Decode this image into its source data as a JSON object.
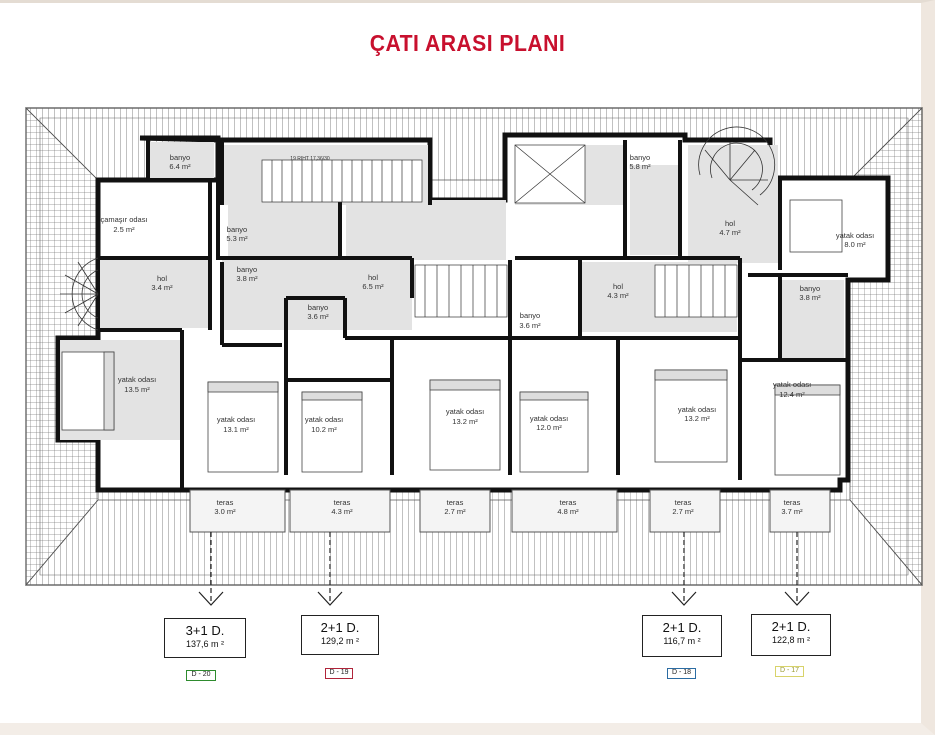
{
  "title": "ÇATI ARASI PLANI",
  "rooms": [
    {
      "name": "banyo",
      "area": "6.4 m²"
    },
    {
      "name": "banyo",
      "area": "5.3 m²"
    },
    {
      "name": "çamaşır odası",
      "area": "2.5 m²"
    },
    {
      "name": "hol",
      "area": "3.4 m²"
    },
    {
      "name": "yatak odası",
      "area": "13.5 m²"
    },
    {
      "name": "banyo",
      "area": "3.8 m²"
    },
    {
      "name": "hol",
      "area": "6.5 m²"
    },
    {
      "name": "banyo",
      "area": "3.6 m²"
    },
    {
      "name": "yatak odası",
      "area": "13.1 m²"
    },
    {
      "name": "yatak odası",
      "area": "10.2 m²"
    },
    {
      "name": "yatak odası",
      "area": "13.2 m²"
    },
    {
      "name": "banyo",
      "area": "3.6 m²"
    },
    {
      "name": "hol",
      "area": "4.3 m²"
    },
    {
      "name": "yatak odası",
      "area": "12.0 m²"
    },
    {
      "name": "yatak odası",
      "area": "13.2 m²"
    },
    {
      "name": "banyo",
      "area": "5.8 m²"
    },
    {
      "name": "hol",
      "area": "4.7 m²"
    },
    {
      "name": "yatak odası",
      "area": "8.0 m²"
    },
    {
      "name": "banyo",
      "area": "3.8 m²"
    },
    {
      "name": "yatak odası",
      "area": "12.4 m²"
    },
    {
      "name": "teras",
      "area": "3.0 m²"
    },
    {
      "name": "teras",
      "area": "4.3 m²"
    },
    {
      "name": "teras",
      "area": "2.7 m²"
    },
    {
      "name": "teras",
      "area": "4.8 m²"
    },
    {
      "name": "teras",
      "area": "2.7 m²"
    },
    {
      "name": "teras",
      "area": "3.7 m²"
    }
  ],
  "units": [
    {
      "type": "3+1 D.",
      "area": "137,6 m ²",
      "code": "D - 20",
      "color": "#2e8b2e"
    },
    {
      "type": "2+1 D.",
      "area": "129,2 m ²",
      "code": "D - 19",
      "color": "#b0243a"
    },
    {
      "type": "2+1 D.",
      "area": "116,7 m ²",
      "code": "D - 18",
      "color": "#2b6ca3"
    },
    {
      "type": "2+1 D.",
      "area": "122,8 m ²",
      "code": "D - 17",
      "color": "#d8d36a"
    }
  ],
  "stair_note": "19 RIHT 17,36/30"
}
